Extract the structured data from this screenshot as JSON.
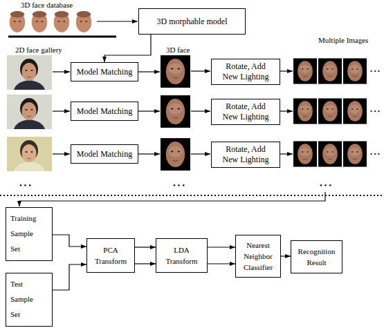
{
  "diagram": {
    "nodes": [
      {
        "text": [
          "3D morphable model"
        ]
      },
      {
        "text": [
          "Model Matching"
        ]
      },
      {
        "text": [
          "Rotate, Add New Lighting"
        ]
      },
      {
        "text": [
          "Model Matching"
        ]
      },
      {
        "text": [
          "Rotate, Add New Lighting"
        ]
      },
      {
        "text": [
          "Model Matching"
        ]
      },
      {
        "text": [
          "Rotate, Add New Lighting"
        ]
      },
      {
        "text": [
          "Training Sample Set"
        ]
      },
      {
        "text": [
          "Test Sample Set"
        ]
      },
      {
        "text": [
          "PCA Transform"
        ]
      },
      {
        "text": [
          "LDA Transform"
        ]
      },
      {
        "text": [
          "Nearest Neighbor Classifier"
        ]
      },
      {
        "text": [
          "Recognition Result"
        ]
      }
    ],
    "edges": [
      {
        "from": 0,
        "to": 1,
        "arrow": "to"
      },
      {
        "from": 7,
        "to": 9,
        "arrow": "to"
      },
      {
        "from": 8,
        "to": 9,
        "arrow": "to"
      },
      {
        "from": 9,
        "to": 10,
        "arrow": "to"
      },
      {
        "from": 9,
        "to": 10,
        "arrow": "to"
      },
      {
        "from": 10,
        "to": 11,
        "arrow": "to"
      },
      {
        "from": 10,
        "to": 11,
        "arrow": "to"
      },
      {
        "from": 11,
        "to": 12,
        "arrow": "to"
      }
    ],
    "labels": [
      "3D face database",
      "2D face gallery",
      "3D face",
      "Multiple Images",
      "• • •",
      "• • •",
      "• • •",
      "• • •",
      "• • •",
      "• • •"
    ]
  }
}
